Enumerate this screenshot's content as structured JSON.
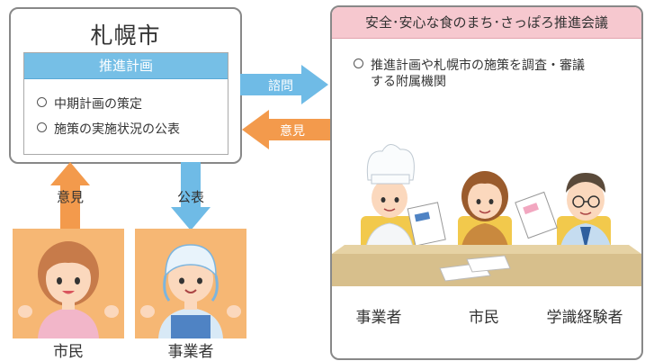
{
  "sapporo": {
    "title": "札幌市",
    "plan_header": "推進計画",
    "items": [
      "中期計画の策定",
      "施策の実施状況の公表"
    ]
  },
  "council": {
    "title": "安全･安心な食のまち･さっぽろ推進会議",
    "desc_line1": "推進計画や札幌市の施策を調査・審議",
    "desc_line2": "する附属機関",
    "members": [
      "事業者",
      "市民",
      "学識経験者"
    ]
  },
  "flows": {
    "consult": "諮問",
    "opinion_to_city": "意見",
    "citizen_opinion": "意見",
    "publish": "公表"
  },
  "people": {
    "citizen": "市民",
    "business": "事業者"
  },
  "colors": {
    "blue_arrow": "#6fbbe6",
    "orange_arrow": "#f39a4c",
    "panel_orange": "#f6b774",
    "council_pink": "#f6c8cf",
    "plan_blue": "#76bfe6"
  }
}
